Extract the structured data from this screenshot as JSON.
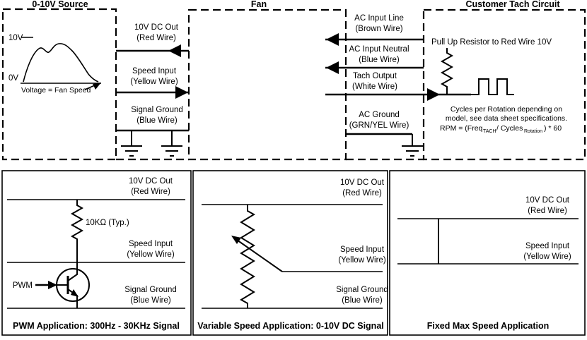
{
  "titles": {
    "source": "0-10V Source",
    "fan": "Fan",
    "tach": "Customer Tach Circuit"
  },
  "source_box": {
    "ten_v": "10V",
    "zero_v": "0V",
    "caption": "Voltage = Fan Speed"
  },
  "fan_wires_left": {
    "dc_out": [
      "10V DC Out",
      "(Red Wire)"
    ],
    "speed_input": [
      "Speed Input",
      "(Yellow Wire)"
    ],
    "signal_ground": [
      "Signal Ground",
      "(Blue Wire)"
    ]
  },
  "fan_wires_right": {
    "ac_line": [
      "AC Input Line",
      "(Brown Wire)"
    ],
    "ac_neutral": [
      "AC Input Neutral",
      "(Blue Wire)"
    ],
    "tach_output": [
      "Tach Output",
      "(White Wire)"
    ],
    "ac_ground": [
      "AC Ground",
      "(GRN/YEL Wire)"
    ]
  },
  "tach_box": {
    "pullup_note": "Pull Up Resistor to Red Wire 10V",
    "note_line1": "Cycles per Rotation depending on",
    "note_line2": "model, see data sheet specifications.",
    "formula": {
      "p1": "RPM = (Freq",
      "sub1": "TACH",
      "p2": "/ Cycles",
      "sub2": "Rotation",
      "p3": ") * 60"
    }
  },
  "pwm_app": {
    "dc_out": [
      "10V DC Out",
      "(Red Wire)"
    ],
    "resistor_label": "10KΩ (Typ.)",
    "speed_input": [
      "Speed Input",
      "(Yellow Wire)"
    ],
    "pwm_label": "PWM",
    "signal_ground": [
      "Signal Ground",
      "(Blue Wire)"
    ],
    "caption": "PWM Application: 300Hz - 30KHz Signal"
  },
  "variable_app": {
    "dc_out": [
      "10V DC Out",
      "(Red Wire)"
    ],
    "speed_input": [
      "Speed Input",
      "(Yellow Wire)"
    ],
    "signal_ground": [
      "Signal Ground",
      "(Blue Wire)"
    ],
    "caption": "Variable Speed Application: 0-10V DC Signal"
  },
  "fixed_app": {
    "dc_out": [
      "10V DC Out",
      "(Red Wire)"
    ],
    "speed_input": [
      "Speed Input",
      "(Yellow Wire)"
    ],
    "caption": "Fixed Max Speed Application"
  },
  "colors": {
    "ink": "#000000",
    "background": "#ffffff"
  }
}
